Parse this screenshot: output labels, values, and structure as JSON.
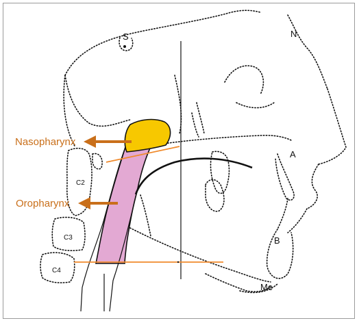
{
  "diagram": {
    "landmarks": {
      "s": "S",
      "n": "N",
      "a": "A",
      "b": "B",
      "me": "Me"
    },
    "vertebrae": {
      "c2": "C2",
      "c3": "C3",
      "c4": "C4"
    },
    "regions": {
      "nasopharynx": "Nasopharynx",
      "oropharynx": "Oropharynx"
    },
    "colors": {
      "nasopharynx_fill": "#f7c800",
      "oropharynx_fill": "#e3a9d3",
      "arrow": "#c96f1a",
      "reference_line": "#f08a2c",
      "outline": "#111111"
    }
  }
}
